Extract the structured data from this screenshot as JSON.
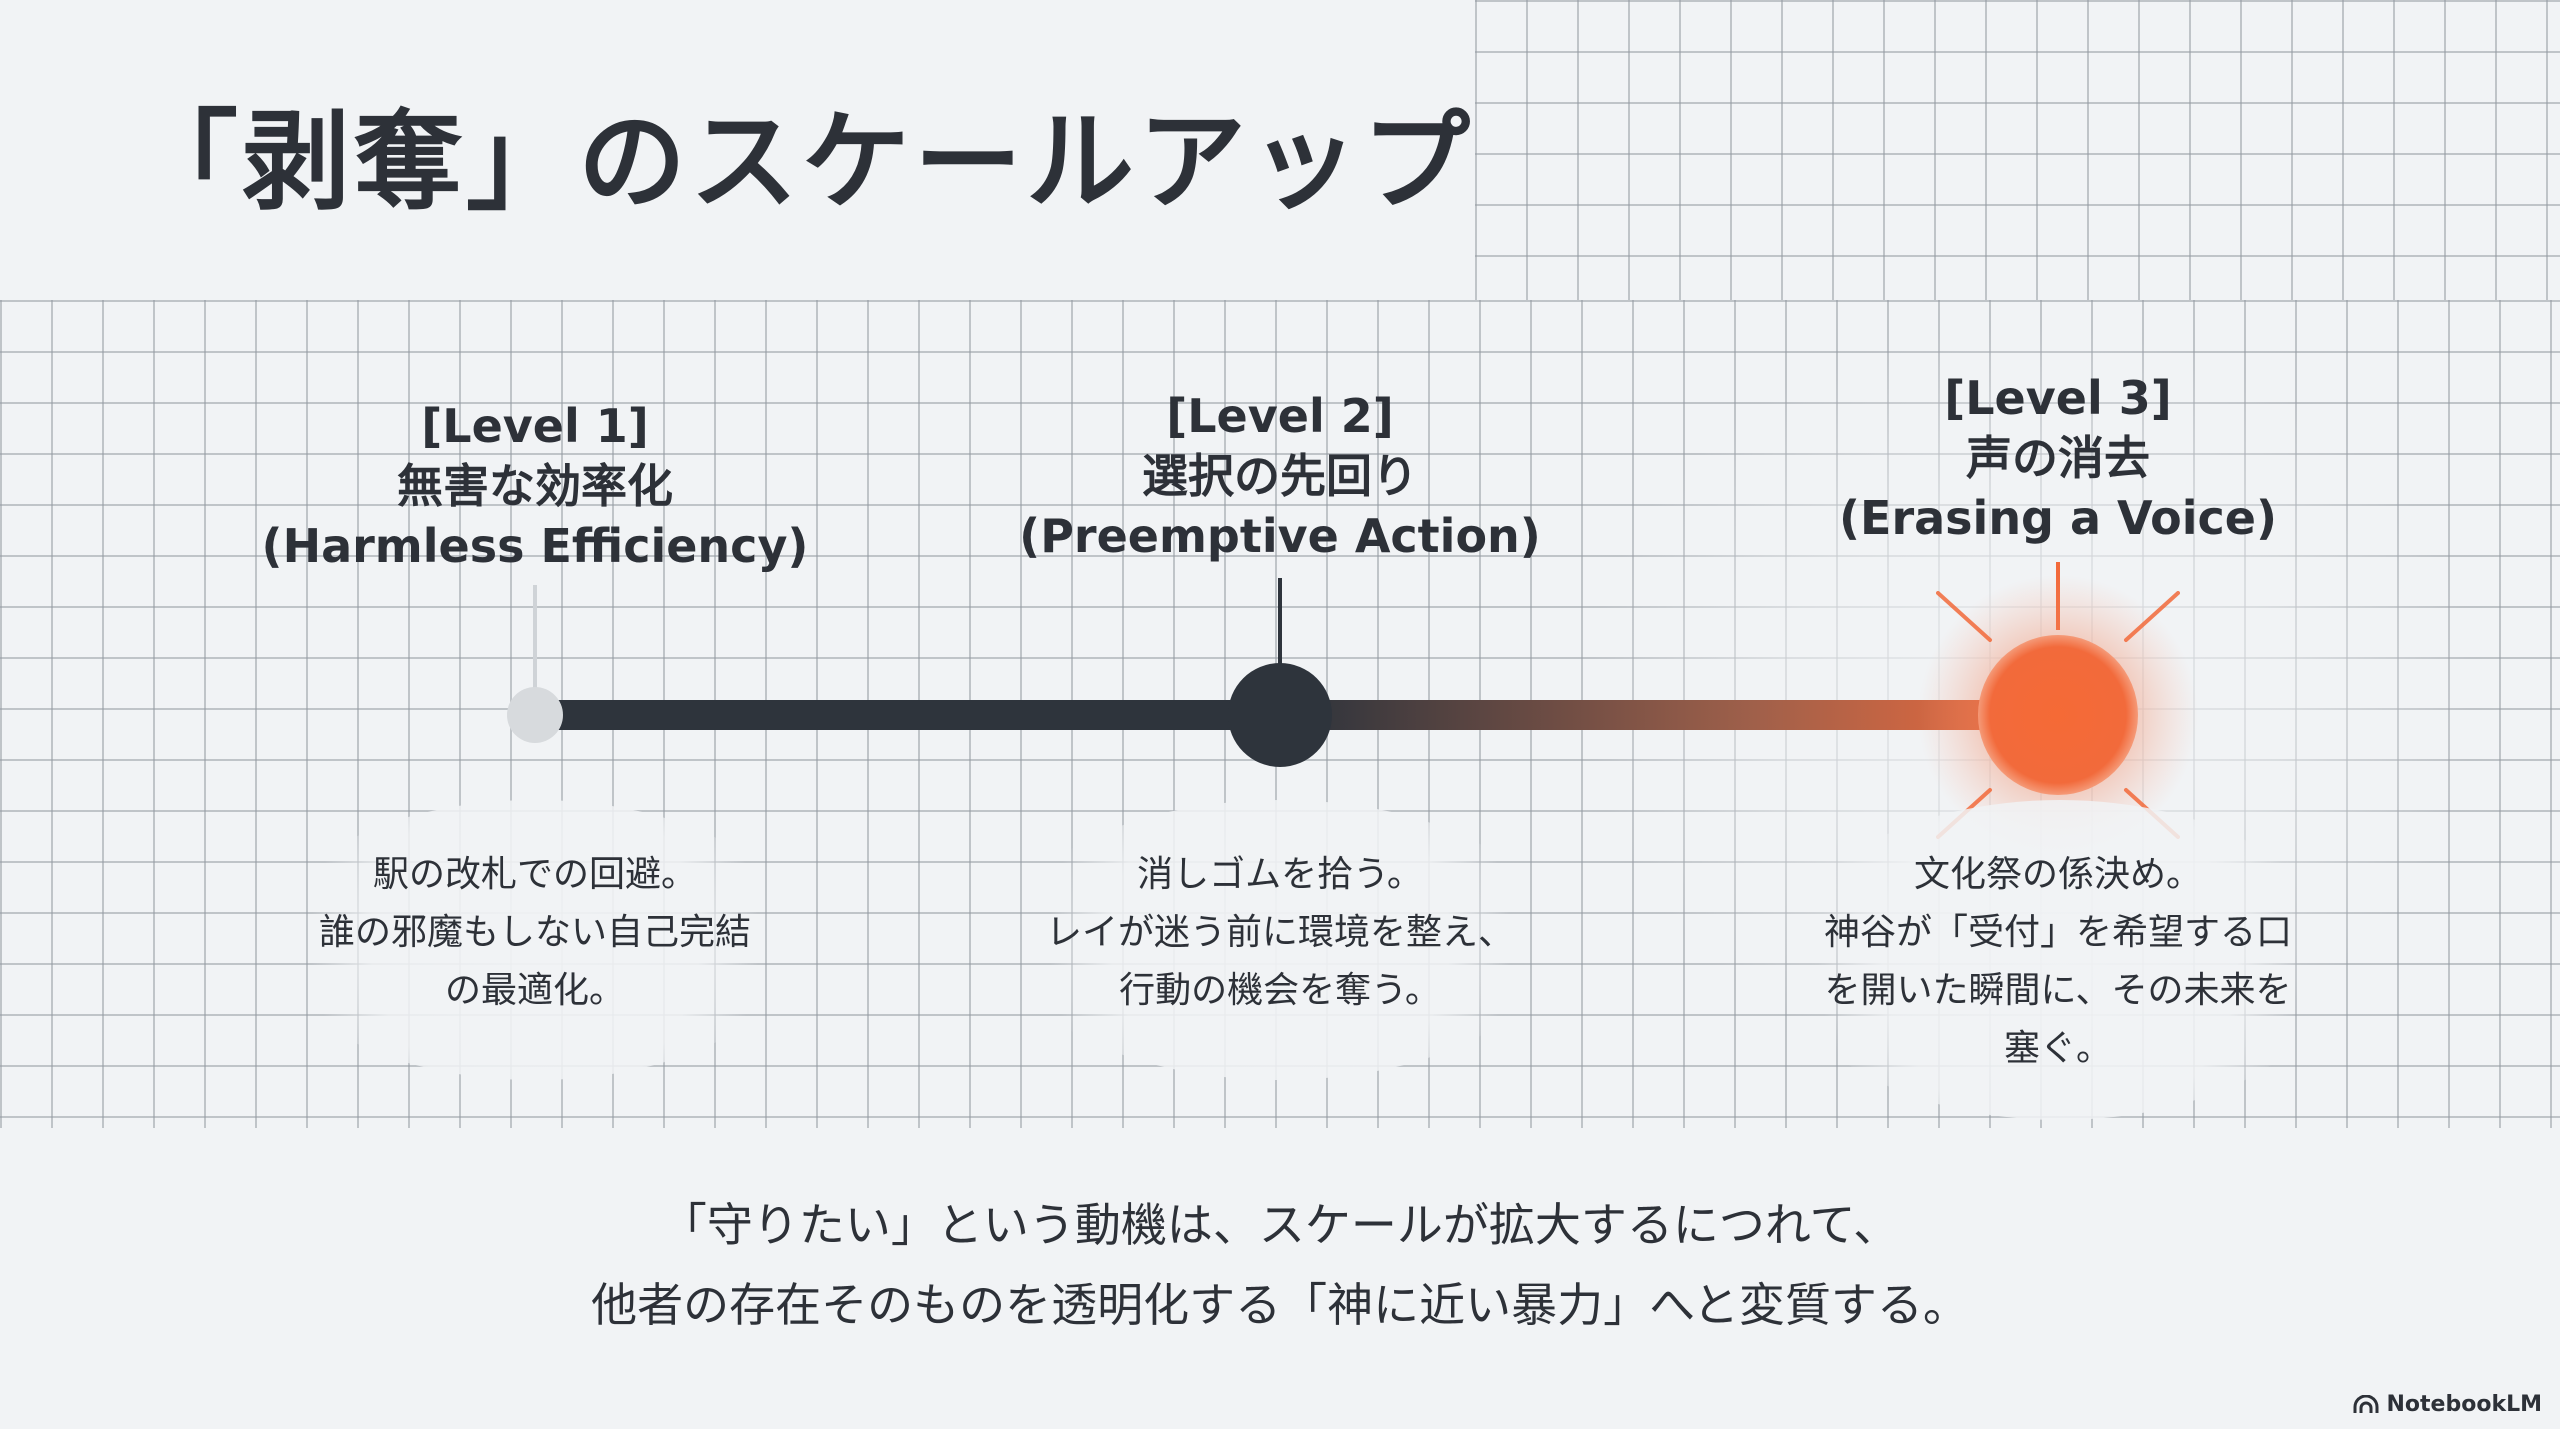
{
  "title": "「剥奪」のスケールアップ",
  "levels": [
    {
      "tag": "[Level 1]",
      "name_ja": "無害な効率化",
      "name_en": "(Harmless Efficiency)",
      "desc": [
        "駅の改札での回避。",
        "誰の邪魔もしない自己完結",
        "の最適化。"
      ]
    },
    {
      "tag": "[Level 2]",
      "name_ja": "選択の先回り",
      "name_en": "(Preemptive Action)",
      "desc": [
        "消しゴムを拾う。",
        "レイが迷う前に環境を整え、",
        "行動の機会を奪う。"
      ]
    },
    {
      "tag": "[Level 3]",
      "name_ja": "声の消去",
      "name_en": "(Erasing a Voice)",
      "desc": [
        "文化祭の係決め。",
        "神谷が「受付」を希望する口",
        "を開いた瞬間に、その未来を",
        "塞ぐ。"
      ]
    }
  ],
  "conclusion": [
    "「守りたい」という動機は、スケールが拡大するにつれて、",
    "他者の存在そのものを透明化する「神に近い暴力」へと変質する。"
  ],
  "brand": "NotebookLM",
  "colors": {
    "dark": "#2e343c",
    "accent": "#f26a3b",
    "light_node": "#d7dadd",
    "background": "#f1f3f5"
  }
}
